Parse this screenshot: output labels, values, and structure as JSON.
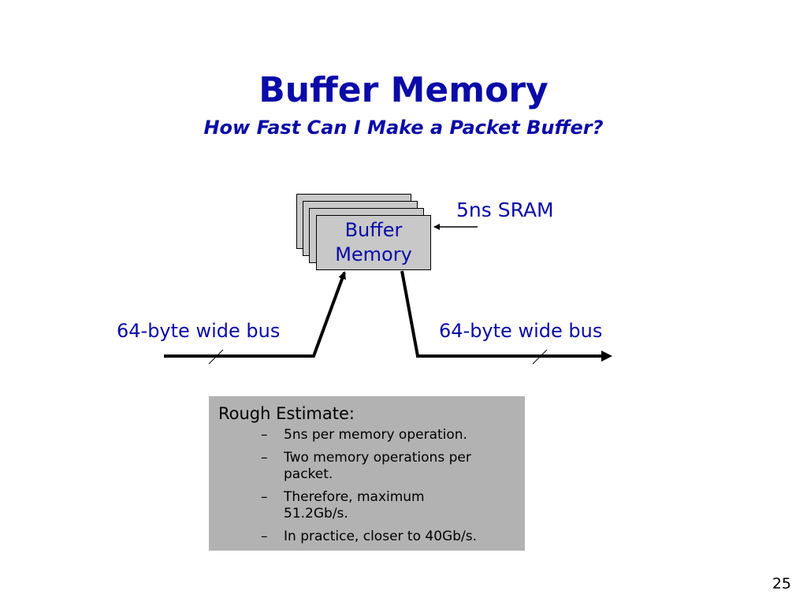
{
  "title": "Buffer Memory",
  "subtitle": "How Fast Can I Make a Packet Buffer?",
  "memory": {
    "label_line1": "Buffer",
    "label_line2": "Memory",
    "sram_label": "5ns SRAM"
  },
  "bus": {
    "left_label": "64-byte wide bus",
    "right_label": "64-byte wide bus"
  },
  "estimate": {
    "heading": "Rough Estimate:",
    "dash": "–",
    "items": [
      "5ns per memory operation.",
      "Two memory operations per packet.",
      "Therefore, maximum 51.2Gb/s.",
      "In practice, closer to 40Gb/s."
    ]
  },
  "page_number": "25",
  "colors": {
    "accent": "#0a0aa8",
    "memory_fill": "#c8c8c8",
    "estimate_fill": "#b2b2b2"
  }
}
